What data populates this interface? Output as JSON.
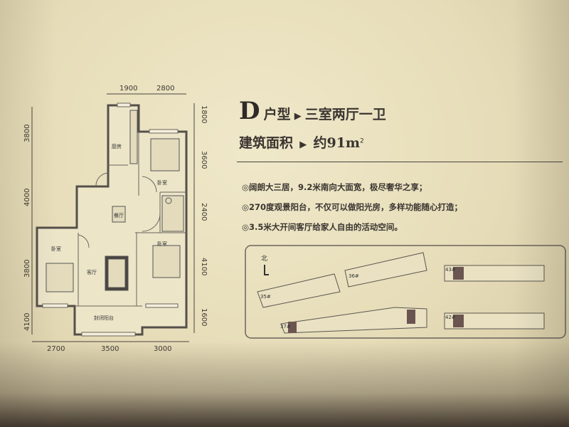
{
  "unit": {
    "letter": "D",
    "type_label": "户型",
    "type_value": "三室两厅一卫",
    "area_label": "建筑面积",
    "area_value": "约91m",
    "area_unit_sup": "2",
    "arrow_icon": "triangle-right-icon"
  },
  "features": [
    "阔朗大三居，9.2米南向大面宽，极尽奢华之享；",
    "270度观景阳台，不仅可以做阳光房，多样功能随心打造；",
    "3.5米大开间客厅给家人自由的活动空间。"
  ],
  "floor_plan": {
    "dims_top": [
      "1900",
      "2800"
    ],
    "dims_bottom": [
      "2700",
      "3500",
      "3000"
    ],
    "dims_left": [
      "3800",
      "4000",
      "3800",
      "4100"
    ],
    "dims_right": [
      "1800",
      "3600",
      "2400",
      "4100",
      "1600"
    ],
    "rooms": {
      "kitchen": "厨房",
      "bedroom_ne": "卧室",
      "dining": "餐厅",
      "bedroom_w": "卧室",
      "living": "客厅",
      "bedroom_se": "卧室",
      "balcony": "封闭阳台"
    }
  },
  "site_plan": {
    "north": "北",
    "buildings": [
      "35#",
      "36#",
      "37#",
      "43#",
      "42#"
    ],
    "highlight_color": "#6b5550"
  }
}
